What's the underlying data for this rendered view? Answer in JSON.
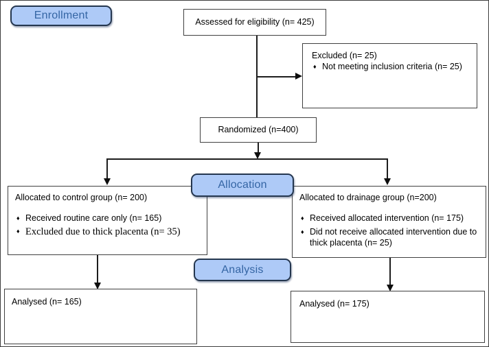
{
  "diagram": {
    "type": "consort-flow",
    "bullet_glyph": "♦",
    "colors": {
      "background": "#ffffff",
      "stage_label_fill": "#aecaf7",
      "stage_label_border": "#24364e",
      "stage_label_text": "#3465a4",
      "box_border": "#3f3f3f",
      "connector_line": "#1c1c1c",
      "body_text": "#000000"
    },
    "stage_labels": {
      "enrollment": "Enrollment",
      "allocation": "Allocation",
      "analysis": "Analysis"
    },
    "boxes": {
      "assessed": {
        "text": "Assessed for eligibility (n= 425)"
      },
      "excluded": {
        "title": "Excluded (n= 25)",
        "bullets": [
          "Not meeting inclusion criteria (n= 25)"
        ]
      },
      "randomized": {
        "text": "Randomized (n=400)"
      },
      "control": {
        "title": "Allocated to control group (n= 200)",
        "bullets": [
          "Received routine care only (n= 165)",
          "Excluded due to thick placenta (n= 35)"
        ]
      },
      "drainage": {
        "title": "Allocated to drainage group (n=200)",
        "bullets": [
          "Received allocated intervention (n= 175)",
          "Did not receive allocated intervention due to thick placenta (n= 25)"
        ]
      },
      "analysed_control": {
        "text": "Analysed (n= 165)"
      },
      "analysed_drainage": {
        "text": "Analysed (n= 175)"
      }
    }
  }
}
